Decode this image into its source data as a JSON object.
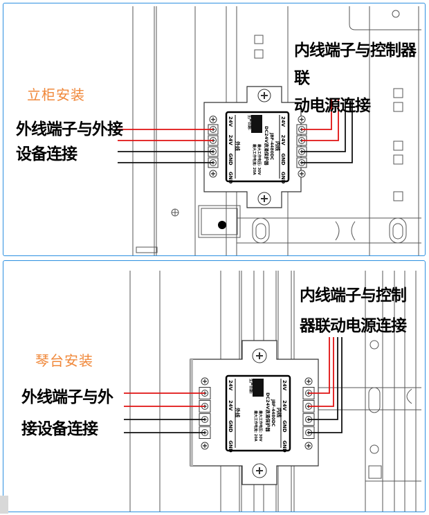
{
  "panels": [
    {
      "id": "cabinet",
      "title": "立柜安装",
      "left_label_lines": [
        "外线端子与外接",
        "设备连接"
      ],
      "right_label_lines": [
        "内线端子与控制器联",
        "动电源连接"
      ]
    },
    {
      "id": "console",
      "title": "琴台安装",
      "left_label_lines": [
        "外线端子与外",
        "接设备连接"
      ],
      "right_label_lines": [
        "内线端子与控制",
        "器联动电源连接"
      ]
    }
  ],
  "device": {
    "inner_side_label": "内线",
    "outer_side_label": "外线",
    "model": "JBF-4480DC",
    "name": "DC24V浪涌保护器",
    "max_voltage": "最大工作电压: 30V",
    "max_current": "最大工作电流: 20A",
    "date_label": "生产日期:",
    "terminals": [
      "24V",
      "24V",
      "GND",
      "GND"
    ]
  },
  "wire_colors": {
    "positive": "#e01010",
    "ground": "#111111"
  },
  "accent": {
    "border": "#2b8fe0",
    "title": "#f0883a"
  }
}
